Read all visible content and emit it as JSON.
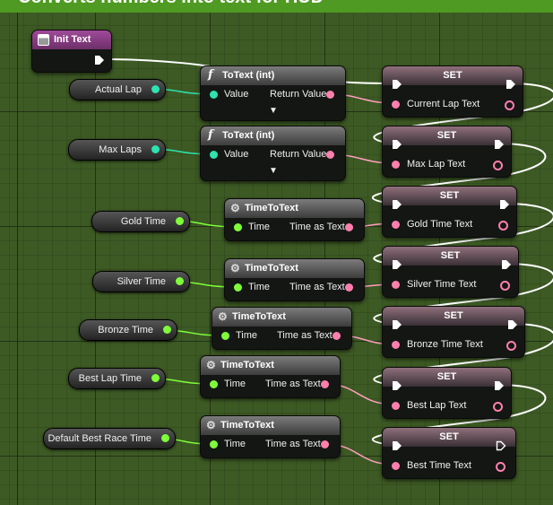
{
  "header": {
    "title": "Converts numbers into text for HUD"
  },
  "colors": {
    "float_pin": "#7fff3a",
    "int_pin": "#2de3b0",
    "text_pin": "#ff7fae",
    "exec_pin": "#ffffff"
  },
  "event_node": {
    "title": "Init Text",
    "icon": "event-icon"
  },
  "variables": [
    {
      "label": "Actual Lap",
      "type": "int"
    },
    {
      "label": "Max Laps",
      "type": "int"
    },
    {
      "label": "Gold Time",
      "type": "float"
    },
    {
      "label": "Silver Time",
      "type": "float"
    },
    {
      "label": "Bronze Time",
      "type": "float"
    },
    {
      "label": "Best Lap Time",
      "type": "float"
    },
    {
      "label": "Default Best Race Time",
      "type": "float"
    }
  ],
  "convert_nodes": [
    {
      "title": "ToText (int)",
      "icon": "function-icon",
      "input": "Value",
      "output": "Return Value"
    },
    {
      "title": "ToText (int)",
      "icon": "function-icon",
      "input": "Value",
      "output": "Return Value"
    },
    {
      "title": "TimeToText",
      "icon": "macro-gear-icon",
      "input": "Time",
      "output": "Time as Text"
    },
    {
      "title": "TimeToText",
      "icon": "macro-gear-icon",
      "input": "Time",
      "output": "Time as Text"
    },
    {
      "title": "TimeToText",
      "icon": "macro-gear-icon",
      "input": "Time",
      "output": "Time as Text"
    },
    {
      "title": "TimeToText",
      "icon": "macro-gear-icon",
      "input": "Time",
      "output": "Time as Text"
    },
    {
      "title": "TimeToText",
      "icon": "macro-gear-icon",
      "input": "Time",
      "output": "Time as Text"
    }
  ],
  "set_nodes": [
    {
      "title": "SET",
      "variable": "Current Lap Text"
    },
    {
      "title": "SET",
      "variable": "Max Lap Text"
    },
    {
      "title": "SET",
      "variable": "Gold Time Text"
    },
    {
      "title": "SET",
      "variable": "Silver Time Text"
    },
    {
      "title": "SET",
      "variable": "Bronze Time Text"
    },
    {
      "title": "SET",
      "variable": "Best Lap Text"
    },
    {
      "title": "SET",
      "variable": "Best Time Text"
    }
  ]
}
